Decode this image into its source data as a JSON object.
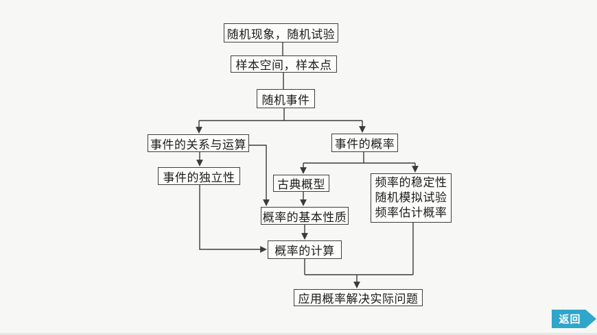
{
  "page": {
    "background_color": "#f7f7f5",
    "bottom_divider_color": "#e4e7e3"
  },
  "flowchart": {
    "line_color": "#3a3a3a",
    "box_border_color": "#3c3c3c",
    "nodes": {
      "random_phenomena": {
        "label": "随机现象，随机试验"
      },
      "sample_space": {
        "label": "样本空间，样本点"
      },
      "random_event": {
        "label": "随机事件"
      },
      "event_relations": {
        "label": "事件的关系与运算"
      },
      "event_probability": {
        "label": "事件的概率"
      },
      "independence": {
        "label": "事件的独立性"
      },
      "classical_model": {
        "label": "古典概型"
      },
      "frequency": {
        "lines": [
          "频率的稳定性",
          "随机模拟试验",
          "频率估计概率"
        ]
      },
      "basic_properties": {
        "label": "概率的基本性质"
      },
      "calculation": {
        "label": "概率的计算"
      },
      "application": {
        "label": "应用概率解决实际问题"
      }
    }
  },
  "footer": {
    "back_button": {
      "label": "返回",
      "color": "#2fa6ca"
    }
  }
}
